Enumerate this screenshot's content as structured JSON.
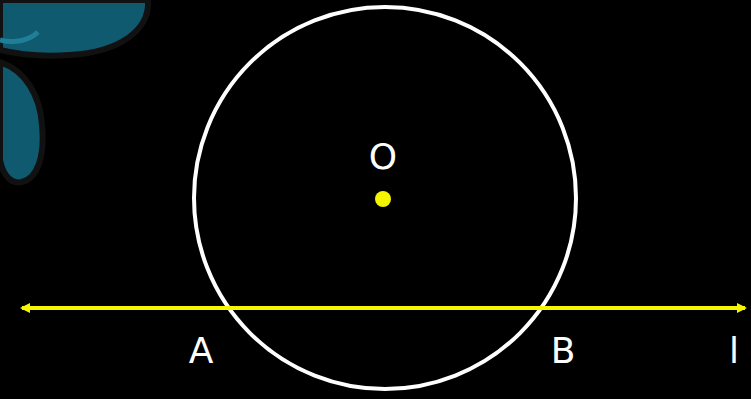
{
  "diagram": {
    "labels": [
      "O",
      "A",
      "B",
      "l"
    ]
  }
}
